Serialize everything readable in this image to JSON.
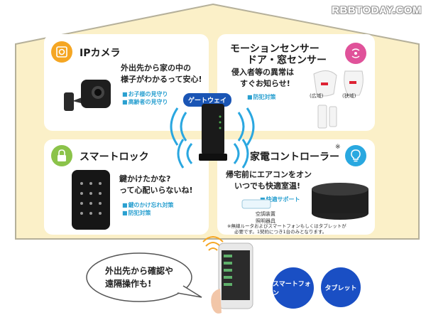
{
  "watermark": "RBBTODAY.COM",
  "gateway": {
    "label": "ゲートウェイ"
  },
  "ip_camera": {
    "title": "IPカメラ",
    "text_line1": "外出先から家の中の",
    "text_line2": "様子がわかるって安心!",
    "tag1": "お子様の見守り",
    "tag2": "高齢者の見守り"
  },
  "motion_sensor": {
    "title_line1": "モーションセンサー",
    "title_line2": "ドア・窓センサー",
    "text_line1": "侵入者等の異常は",
    "text_line2": "すぐお知らせ!",
    "tag1": "防犯対策",
    "label_wide": "(広域)",
    "label_narrow": "(狭域)"
  },
  "smart_lock": {
    "title": "スマートロック",
    "text_line1": "鍵かけたかな?",
    "text_line2": "って心配いらないね!",
    "tag1": "鍵のかけ忘れ対策",
    "tag2": "防犯対策"
  },
  "appliance_controller": {
    "title": "家電コントローラー",
    "asterisk": "※",
    "text_line1": "帰宅前にエアコンをオン",
    "text_line2": "いつでも快適室温!",
    "tag1": "快適サポート",
    "device_label1": "空調装置",
    "device_label2": "照明器具",
    "footnote_line1": "※無線ルータおよびスマートフォンもしくはタブレットが",
    "footnote_line2": "必要です。1契約につき1台のみとなります。"
  },
  "speech_bubble": {
    "line1": "外出先から確認や",
    "line2": "遠隔操作も!"
  },
  "buttons": {
    "smartphone": "スマートフォン",
    "tablet": "タブレット"
  },
  "colors": {
    "house_fill": "#fbf0c8",
    "house_stroke": "#b5b09a",
    "camera_circle": "#f5a623",
    "sensor_circle": "#e0529a",
    "lock_circle": "#8bc34a",
    "controller_circle": "#29a8e0",
    "accent_blue": "#1a55b5",
    "tag_cyan": "#2aa0d0"
  },
  "icons": {
    "camera": "camera-icon",
    "sensor": "sensor-waves-icon",
    "lock": "padlock-icon",
    "controller": "lightbulb-icon"
  }
}
